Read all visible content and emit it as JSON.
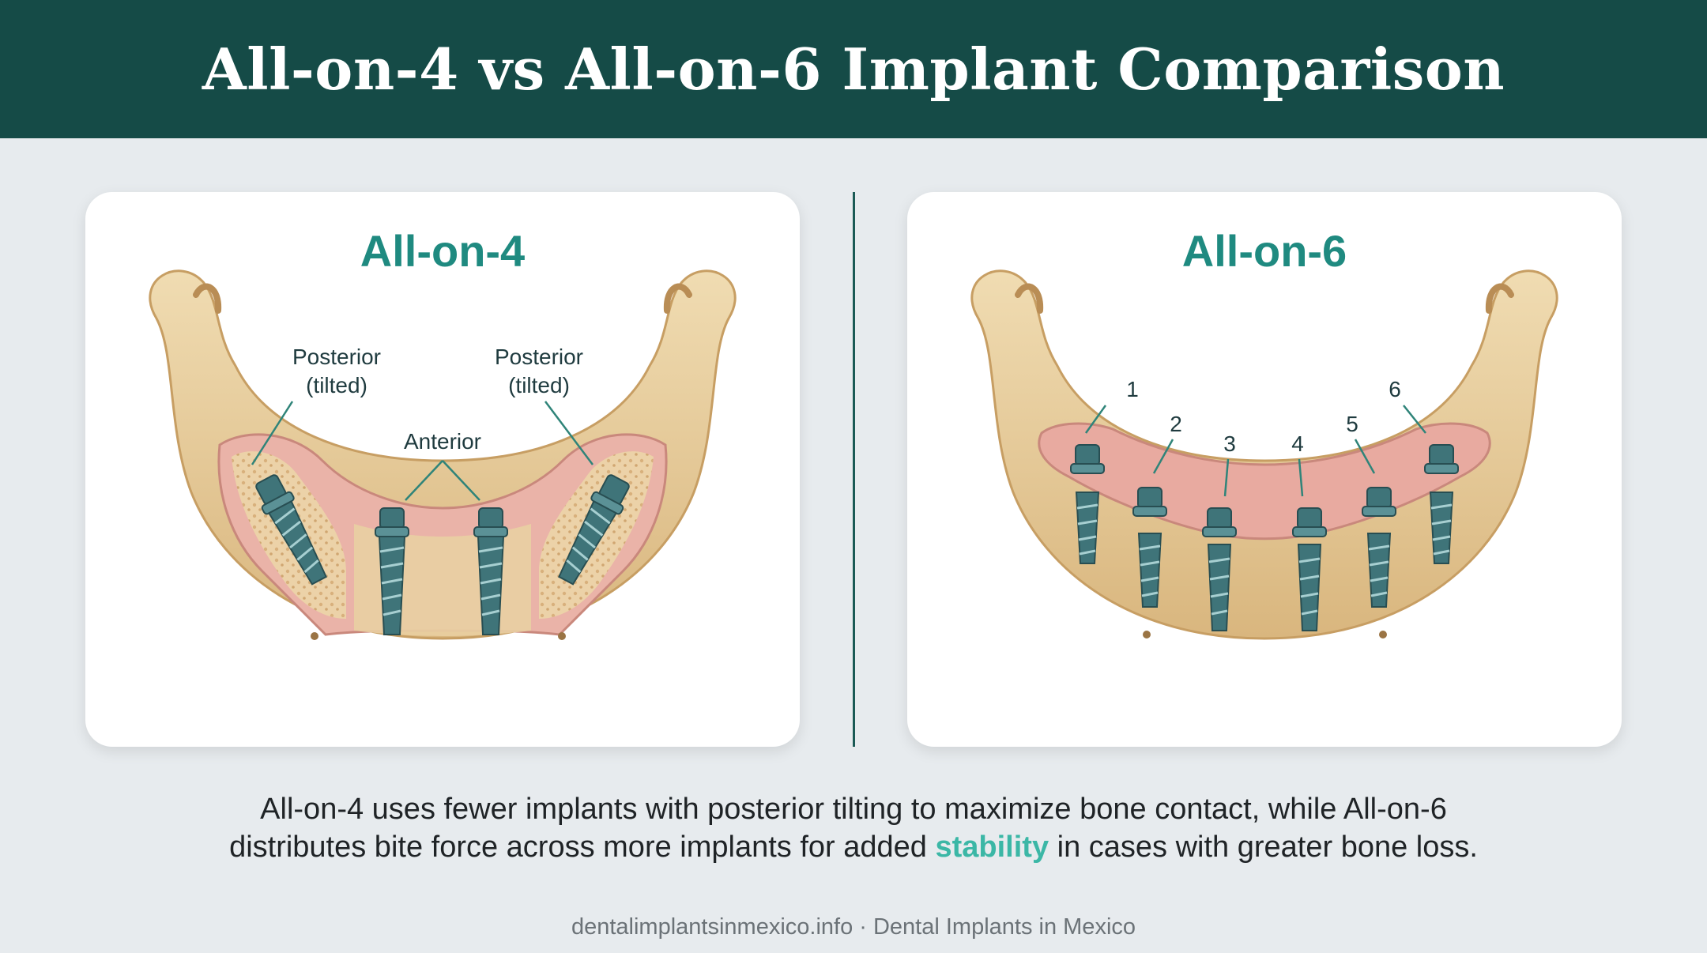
{
  "header": {
    "title": "All-on-4 vs All-on-6 Implant Comparison"
  },
  "panels": {
    "left": {
      "title": "All-on-4",
      "label_posterior_line1": "Posterior",
      "label_posterior_line2": "(tilted)",
      "label_anterior": "Anterior"
    },
    "right": {
      "title": "All-on-6",
      "numbers": [
        "1",
        "2",
        "3",
        "4",
        "5",
        "6"
      ]
    }
  },
  "caption": {
    "line1": "All-on-4 uses fewer implants with posterior tilting to maximize bone contact, while All-on-6",
    "line2_pre": "distributes bite force across more implants for added ",
    "line2_highlight": "stability",
    "line2_post": " in cases with greater bone loss."
  },
  "footer": {
    "text": "dentalimplantsinmexico.info · Dental Implants in Mexico"
  },
  "colors": {
    "header_bg": "#154b47",
    "accent_teal": "#1f8a80",
    "highlight": "#3bb7a6",
    "bone": "#e6c896",
    "gum": "#e8aaa0",
    "implant": "#3f7479"
  }
}
